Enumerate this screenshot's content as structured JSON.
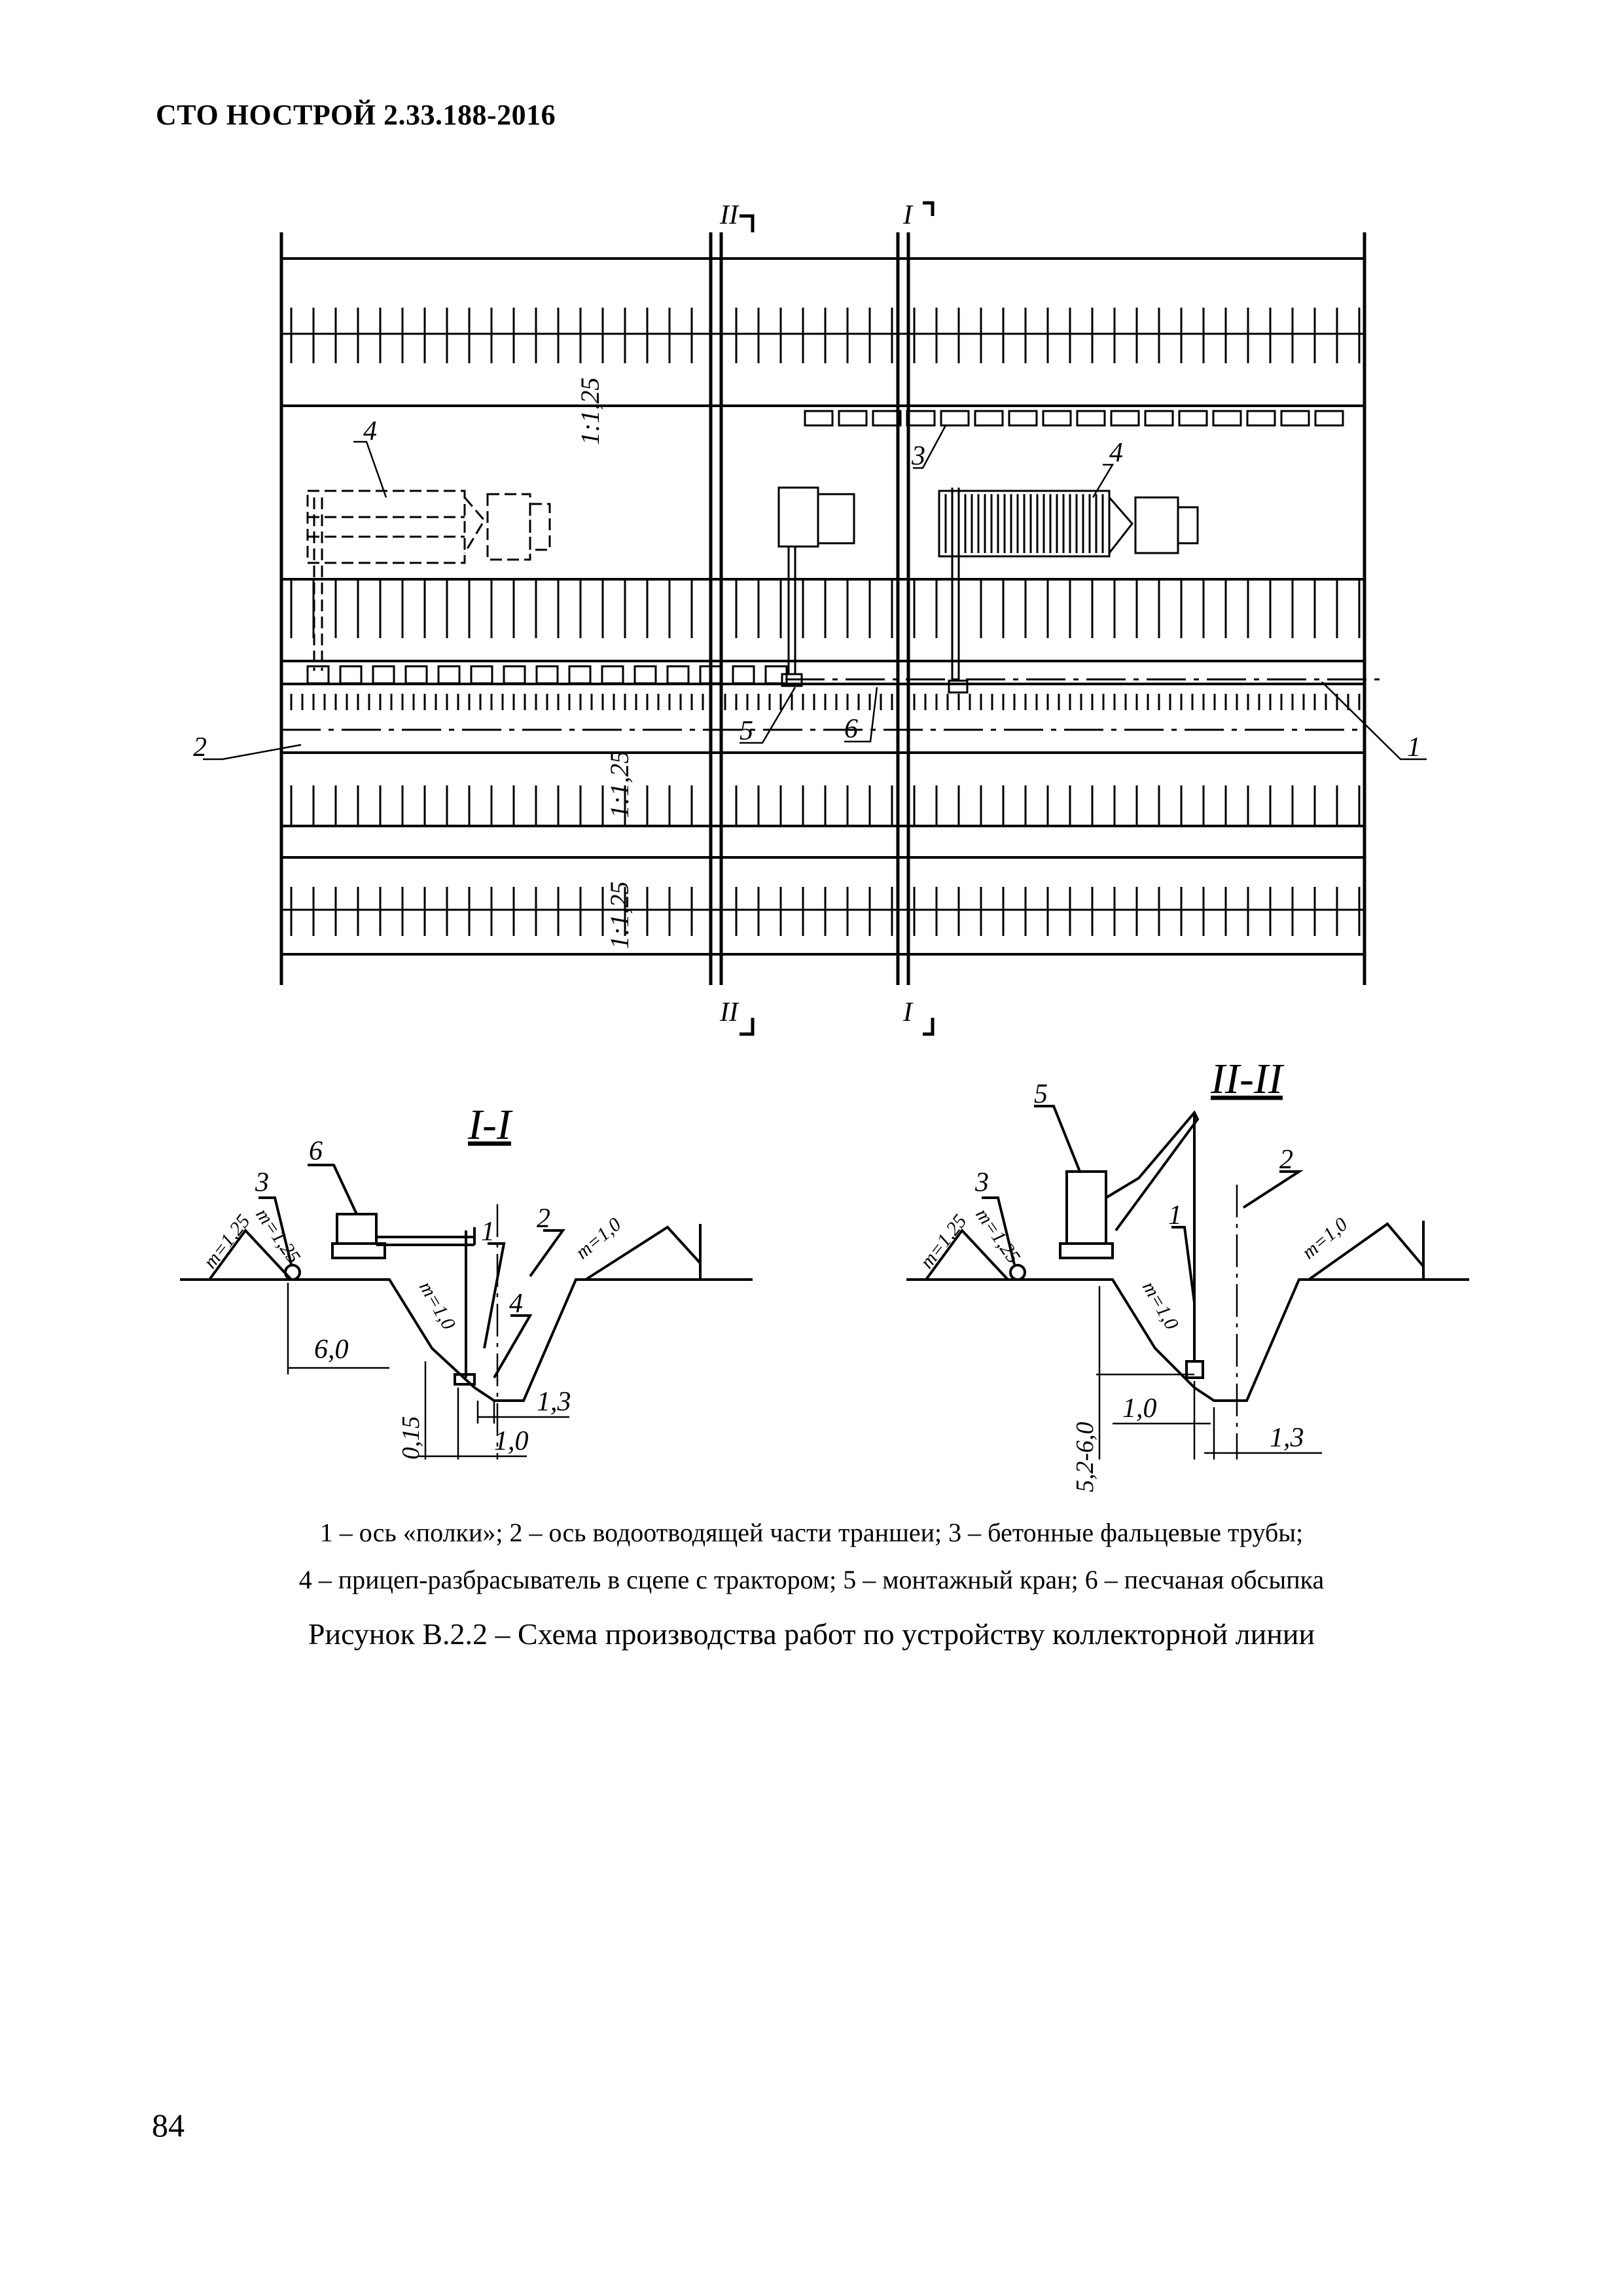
{
  "document": {
    "header": "СТО НОСТРОЙ 2.33.188-2016",
    "page_number": "84"
  },
  "figure": {
    "legend_line1": "1 – ось «полки»; 2 – ось водоотводящей части траншеи; 3 – бетонные фальцевые трубы;",
    "legend_line2": "4 – прицеп-разбрасыватель в сцепе с трактором; 5 – монтажный кран; 6 – песчаная обсыпка",
    "caption": "Рисунок В.2.2 – Схема производства работ по устройству коллекторной линии",
    "plan": {
      "section_I": "I",
      "section_II": "II",
      "slope_label_top": "1:1,25",
      "slope_label_mid": "1:1,25",
      "slope_label_bot": "1:1,25",
      "callouts": [
        "1",
        "2",
        "3",
        "4",
        "4",
        "5",
        "6"
      ]
    },
    "section_I_I": {
      "title": "I-I",
      "callouts": [
        "1",
        "2",
        "3",
        "4",
        "6"
      ],
      "slope_m125_a": "m=1,25",
      "slope_m125_b": "m=1,25",
      "slope_m10_a": "m=1,0",
      "slope_m10_b": "m=1,0",
      "dim_60": "6,0",
      "dim_015": "0,15",
      "dim_13": "1,3",
      "dim_10": "1,0"
    },
    "section_II_II": {
      "title": "II-II",
      "callouts": [
        "1",
        "2",
        "3",
        "5"
      ],
      "slope_m125_a": "m=1,25",
      "slope_m125_b": "m=1,25",
      "slope_m10_a": "m=1,0",
      "slope_m10_b": "m=1,0",
      "dim_52_60": "5,2-6,0",
      "dim_10": "1,0",
      "dim_13": "1,3"
    }
  }
}
